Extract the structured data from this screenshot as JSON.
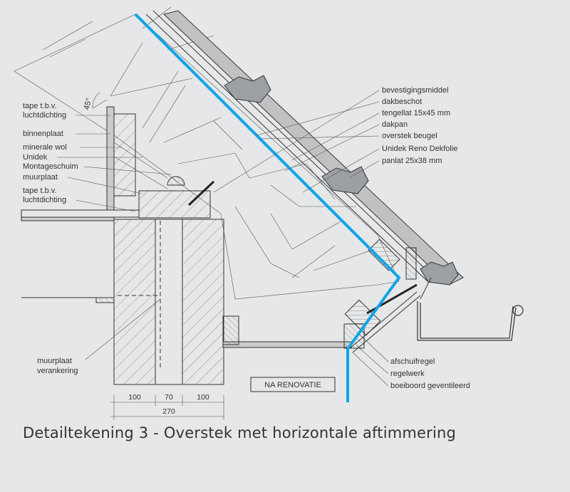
{
  "labels_left": [
    "tape t.b.v.",
    "luchtdichting",
    "binnenplaat",
    "minerale wol",
    "Unidek",
    "Montageschuim",
    "muurplaat",
    "tape t.b.v.",
    "luchtdichting"
  ],
  "labels_right": [
    "bevestigingsmiddel",
    "dakbeschot",
    "tengellat 15x45 mm",
    "dakpan",
    "overstek beugel",
    "Unidek Reno Dekfolie",
    "panlat 25x38 mm"
  ],
  "labels_bottom_right": [
    "afschuifregel",
    "regelwerk",
    "boeiboord geventileerd"
  ],
  "labels_bottom_left": [
    "muurplaat",
    "verankering"
  ],
  "angle_label": "45°",
  "stamp_label": "NA RENOVATIE",
  "dimensions": {
    "d1": "100",
    "d2": "70",
    "d3": "100",
    "total": "270"
  },
  "caption": "Detailtekening 3 - Overstek met horizontale aftimmering",
  "colors": {
    "background": "#e6e7e8",
    "membrane": "#0ea5e9",
    "lines": "#333333"
  }
}
